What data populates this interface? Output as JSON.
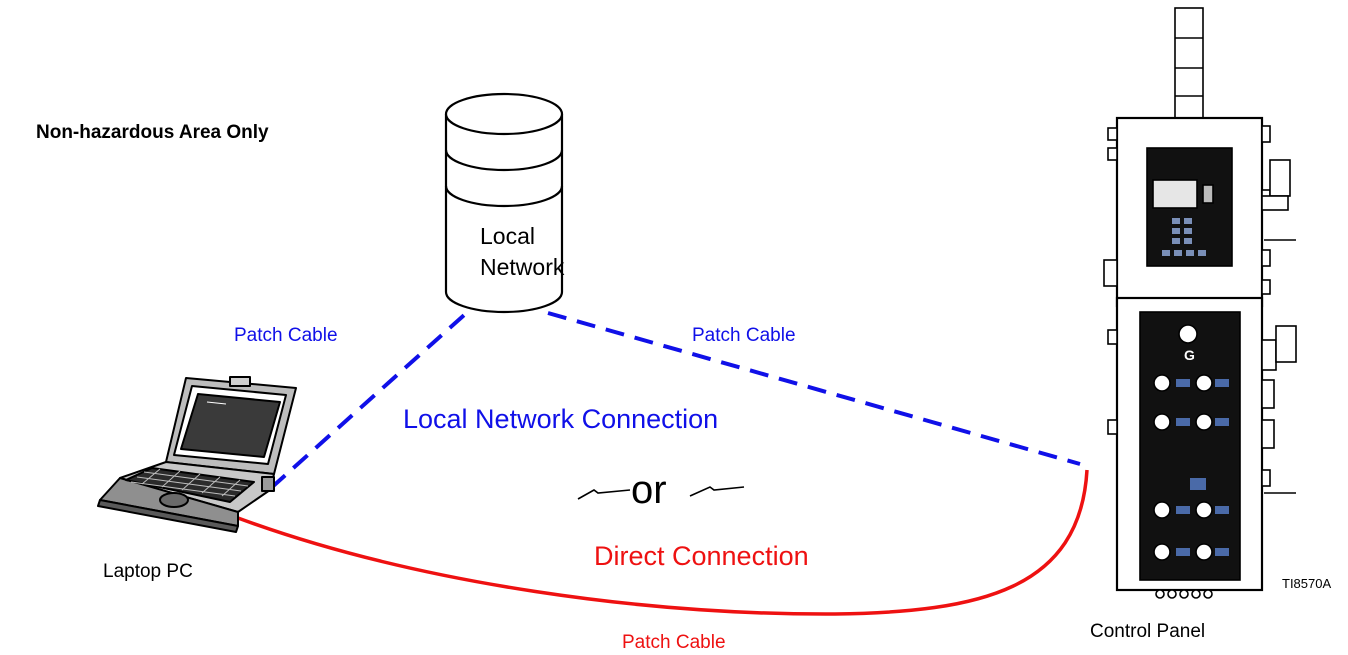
{
  "diagram": {
    "area_note": "Non-hazardous Area Only",
    "network": {
      "label_line1": "Local",
      "label_line2": "Network"
    },
    "laptop": {
      "label": "Laptop PC"
    },
    "panel": {
      "label": "Control Panel",
      "drawing_id": "TI8570A"
    },
    "cables": {
      "left_patch": "Patch Cable",
      "right_patch": "Patch Cable",
      "bottom_patch": "Patch Cable"
    },
    "connections": {
      "network_connection": "Local Network Connection",
      "or_text": "or",
      "direct_connection": "Direct Connection"
    },
    "colors": {
      "network_blue": "#1010e8",
      "direct_red": "#ee1111",
      "ink": "#000000"
    },
    "icons": [
      "database-cylinder-icon",
      "laptop-icon",
      "control-panel-icon",
      "lightning-squiggle-icon"
    ]
  }
}
